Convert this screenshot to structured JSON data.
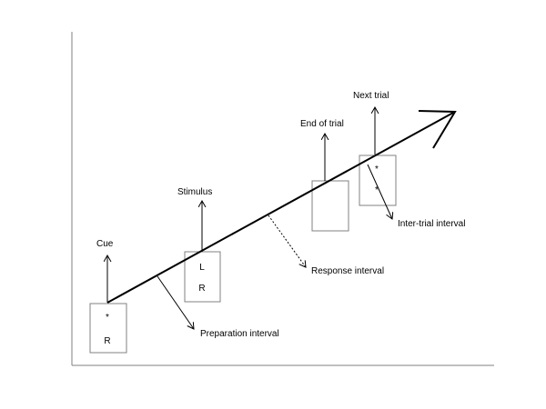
{
  "diagram": {
    "events": {
      "cue": "Cue",
      "stimulus": "Stimulus",
      "end_of_trial": "End of trial",
      "next_trial": "Next trial"
    },
    "intervals": {
      "preparation": "Preparation interval",
      "response": "Response interval",
      "inter_trial": "Inter-trial interval"
    },
    "screens": {
      "cue_screen": {
        "top": "*",
        "bottom": "R"
      },
      "stimulus_screen": {
        "top": "L",
        "bottom": "R"
      },
      "end_screen": {
        "top": "",
        "bottom": ""
      },
      "next_screen": {
        "top": "*",
        "bottom": "*"
      }
    },
    "colors": {
      "line": "#000000",
      "axis": "#808080",
      "box": "#808080",
      "background": "#ffffff"
    }
  }
}
